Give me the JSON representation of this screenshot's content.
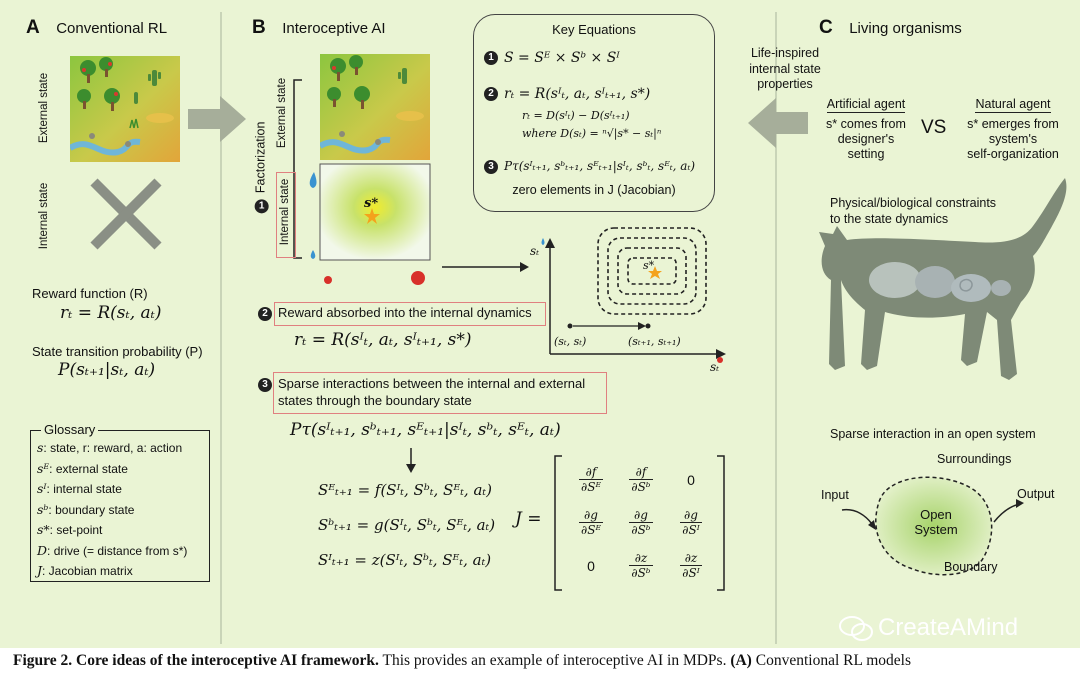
{
  "colors": {
    "background": "#eaf4d4",
    "divider": "#c9d4b8",
    "red_box": "#e08080",
    "arrow": "#a6ae9a"
  },
  "panel_a": {
    "letter": "A",
    "title": "Conventional RL",
    "external_state_label": "External state",
    "internal_state_label": "Internal state",
    "reward_label": "Reward function (R)",
    "reward_eq": "rₜ = R(sₜ, aₜ)",
    "transition_label": "State transition probability (P)",
    "transition_eq": "P(sₜ₊₁|sₜ, aₜ)",
    "glossary_title": "Glossary",
    "glossary": [
      {
        "sym": "s",
        "text": ": state, r: reward, a: action"
      },
      {
        "sym": "sᴱ",
        "text": ": external state"
      },
      {
        "sym": "sᴵ",
        "text": ": internal state"
      },
      {
        "sym": "sᵇ",
        "text": ": boundary state"
      },
      {
        "sym": "s*",
        "text": ": set-point"
      },
      {
        "sym": "D",
        "text": ": drive (= distance from s*)"
      },
      {
        "sym": "J",
        "text": ": Jacobian matrix"
      }
    ]
  },
  "panel_b": {
    "letter": "B",
    "title": "Interoceptive AI",
    "factorization_num": "1",
    "factorization_label": "Factorization",
    "external_state_label": "External state",
    "internal_state_label": "Internal state",
    "setpoint_label": "s*",
    "key_eq_title": "Key Equations",
    "key_eq_1_num": "1",
    "key_eq_1": "S = Sᴱ × Sᵇ × Sᴵ",
    "key_eq_2_num": "2",
    "key_eq_2": "rₜ = R(sᴵₜ, aₜ, sᴵₜ₊₁, s*)",
    "key_eq_2b": "rₜ = D(sᴵₜ) − D(sᴵₜ₊₁)",
    "key_eq_2c": "where D(sₜ) = ⁿ√|s* − sₜ|ⁿ",
    "key_eq_3_num": "3",
    "key_eq_3": "Pτ(sᴵₜ₊₁, sᵇₜ₊₁, sᴱₜ₊₁|sᴵₜ, sᵇₜ, sᴱₜ, aₜ)",
    "key_eq_3b": "zero elements in J (Jacobian)",
    "plot_y_label": "sₜ",
    "plot_x_label": "sₜ",
    "plot_setpoint": "s*",
    "plot_point_1": "(sₜ, sₜ)",
    "plot_point_2": "(sₜ₊₁, sₜ₊₁)",
    "reward_num": "2",
    "reward_label": "Reward absorbed into the internal dynamics",
    "reward_eq": "rₜ = R(sᴵₜ, aₜ, sᴵₜ₊₁, s*)",
    "sparse_num": "3",
    "sparse_label_1": "Sparse interactions between the internal and external",
    "sparse_label_2": "states through the boundary state",
    "sparse_eq": "Pτ(sᴵₜ₊₁, sᵇₜ₊₁, sᴱₜ₊₁|sᴵₜ, sᵇₜ, sᴱₜ, aₜ)",
    "f_eq": "Sᴱₜ₊₁ = f(Sᴵₜ, Sᵇₜ, Sᴱₜ, aₜ)",
    "g_eq": "Sᵇₜ₊₁ = g(Sᴵₜ, Sᵇₜ, Sᴱₜ, aₜ)",
    "z_eq": "Sᴵₜ₊₁ = z(Sᴵₜ, Sᵇₜ, Sᴱₜ, aₜ)",
    "j_label": "J =",
    "matrix": [
      [
        {
          "n": "∂f",
          "d": "∂Sᴱ"
        },
        {
          "n": "∂f",
          "d": "∂Sᵇ"
        },
        {
          "v": "0"
        }
      ],
      [
        {
          "n": "∂g",
          "d": "∂Sᴱ"
        },
        {
          "n": "∂g",
          "d": "∂Sᵇ"
        },
        {
          "n": "∂g",
          "d": "∂Sᴵ"
        }
      ],
      [
        {
          "v": "0"
        },
        {
          "n": "∂z",
          "d": "∂Sᵇ"
        },
        {
          "n": "∂z",
          "d": "∂Sᴵ"
        }
      ]
    ]
  },
  "panel_c": {
    "letter": "C",
    "title": "Living organisms",
    "life_inspired": "Life-inspired\ninternal state\nproperties",
    "artificial_title": "Artificial agent",
    "artificial_body": "s* comes from\ndesigner's\nsetting",
    "vs": "VS",
    "natural_title": "Natural agent",
    "natural_body": "s* emerges from\nsystem's\nself-organization",
    "constraints": "Physical/biological constraints\nto the state dynamics",
    "sparse_title": "Sparse interaction in an open system",
    "surroundings": "Surroundings",
    "input": "Input",
    "output": "Output",
    "open_system": "Open\nSystem",
    "boundary": "Boundary"
  },
  "watermark": "CreateAMind",
  "caption": {
    "bold": "Figure 2. Core ideas of the interoceptive AI framework.",
    "rest": " This provides an example of interoceptive AI in MDPs. ",
    "bold2": "(A)",
    "rest2": " Conventional RL models"
  }
}
